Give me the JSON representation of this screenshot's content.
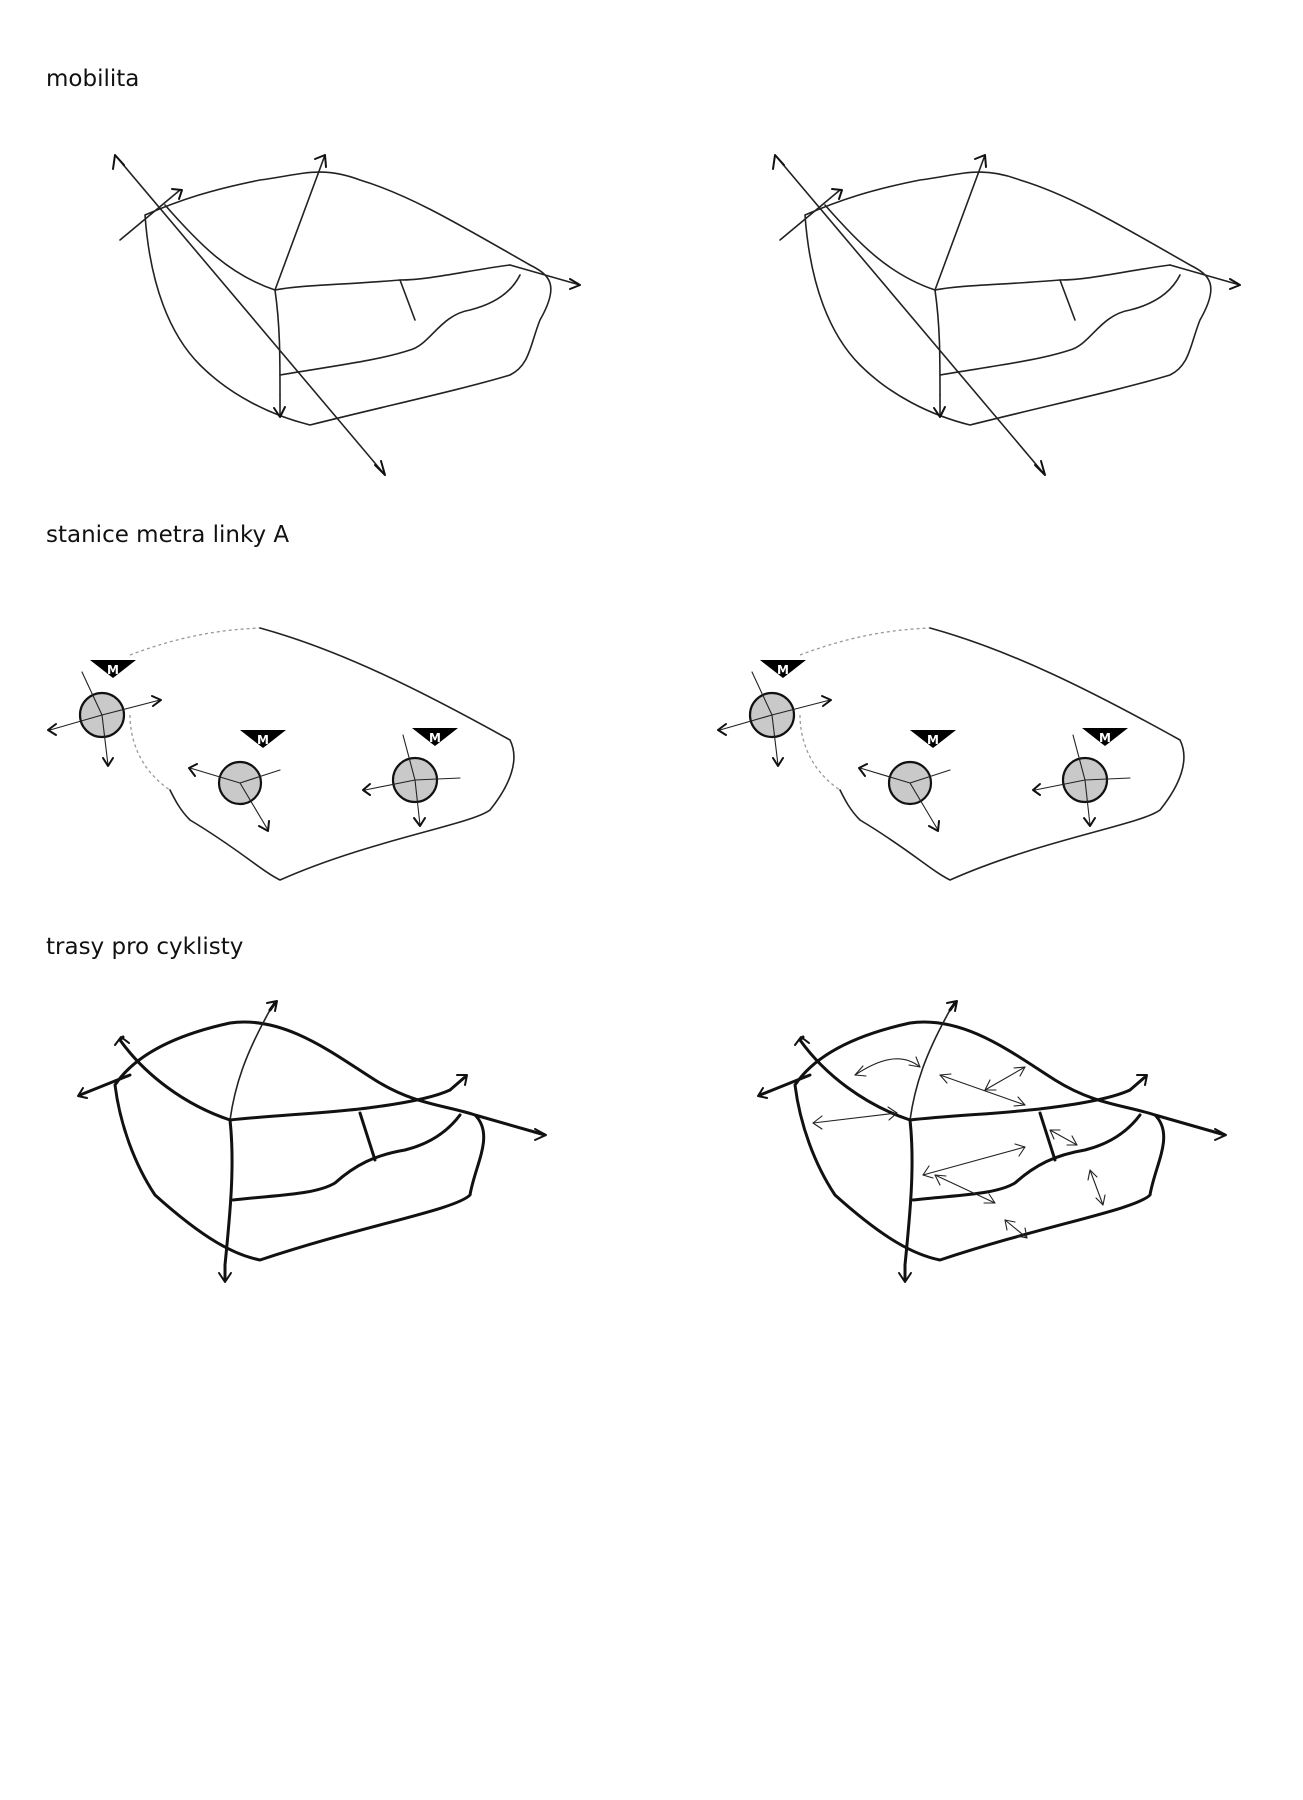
{
  "sections": [
    {
      "heading": "mobilita"
    },
    {
      "heading": "stanice metra linky A"
    },
    {
      "heading": "trasy pro cyklisty"
    }
  ],
  "metro_logo_letter": "M",
  "colors": {
    "ink": "#111111",
    "station_fill": "#c9c9c9",
    "background": "#ffffff"
  },
  "icons": [
    "arrow-head",
    "metro-logo-icon"
  ]
}
